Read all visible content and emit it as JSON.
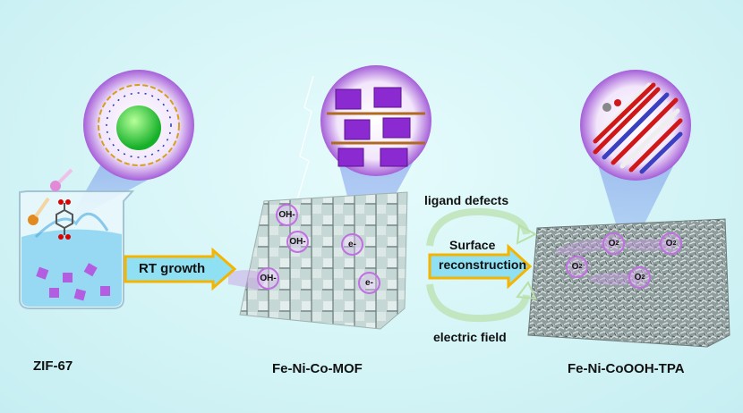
{
  "stages": [
    {
      "label": "ZIF-67"
    },
    {
      "label": "Fe-Ni-Co-MOF"
    },
    {
      "label": "Fe-Ni-CoOOH-TPA"
    }
  ],
  "arrows": {
    "rt_growth": "RT growth",
    "surface": "Surface",
    "reconstruction": "reconstruction",
    "ligand_defects": "ligand defects",
    "electric_field": "electric field"
  },
  "species": {
    "hydroxide": [
      "OH-",
      "OH-",
      "OH-"
    ],
    "electron": [
      "e-",
      "e-"
    ],
    "oxygen": "O",
    "oxygen_sub": "2"
  },
  "colors": {
    "arrow_fill": "#8fe0f2",
    "arrow_border": "#f4b400",
    "bubble": "#c070e0",
    "circle": "#b77ce0"
  }
}
